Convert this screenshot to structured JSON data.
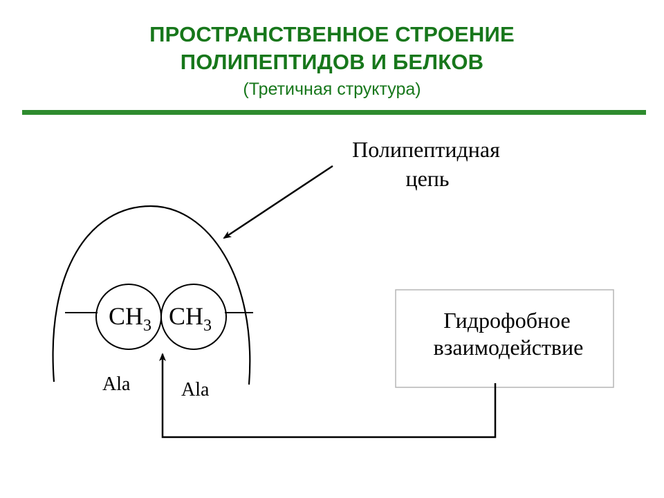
{
  "header": {
    "title_line1": "ПРОСТРАНСТВЕННОЕ СТРОЕНИЕ",
    "title_line2": "ПОЛИПЕПТИДОВ И БЕЛКОВ",
    "subtitle": "(Третичная структура)"
  },
  "diagram": {
    "chain_label_line1": "Полипептидная",
    "chain_label_line2": "цепь",
    "group_left": "CH",
    "group_left_sub": "3",
    "group_right": "CH",
    "group_right_sub": "3",
    "residue_left": "Ala",
    "residue_right": "Ala",
    "interaction_line1": "Гидрофобное",
    "interaction_line2": "взаимодействие"
  },
  "colors": {
    "title": "#17771b",
    "rule": "#2e8b2e",
    "box_border": "#b5b5b5"
  }
}
